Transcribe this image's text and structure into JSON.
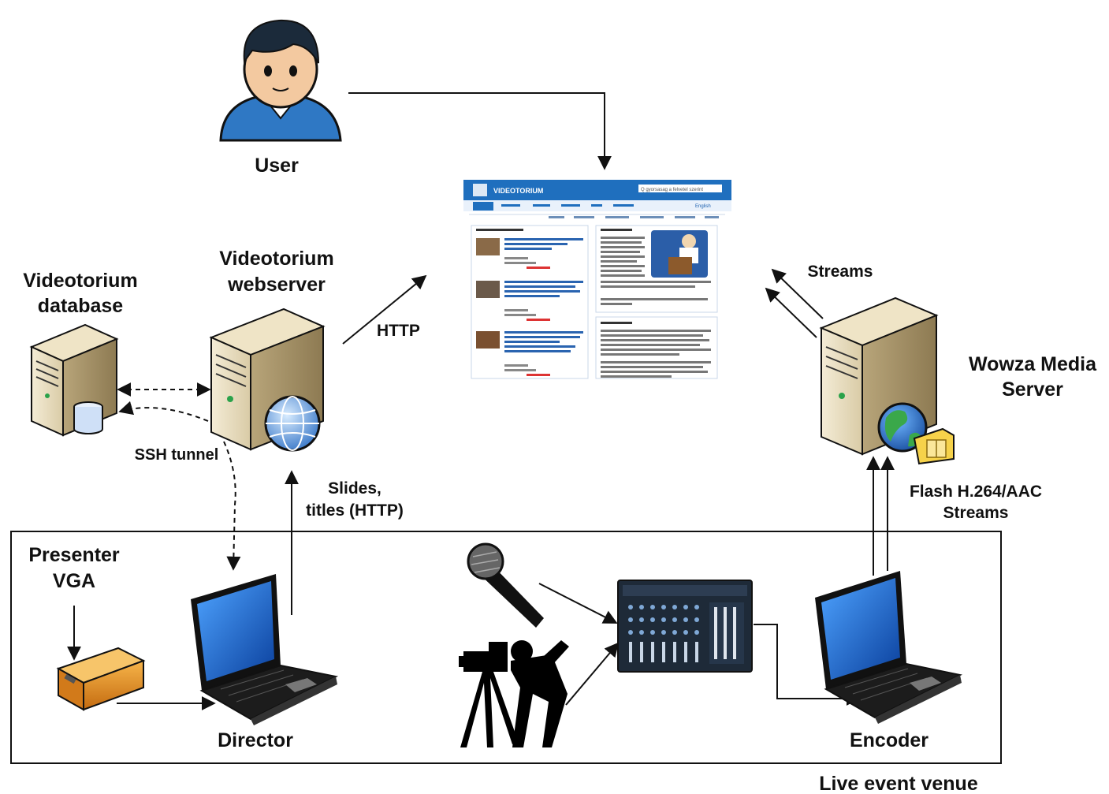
{
  "nodes": {
    "user": "User",
    "webserver_line1": "Videotorium",
    "webserver_line2": "webserver",
    "database_line1": "Videotorium",
    "database_line2": "database",
    "wowza_line1": "Wowza Media",
    "wowza_line2": "Server",
    "presenter_line1": "Presenter",
    "presenter_line2": "VGA",
    "director": "Director",
    "encoder": "Encoder",
    "venue": "Live event venue"
  },
  "edges": {
    "http": "HTTP",
    "streams": "Streams",
    "ssh": "SSH tunnel",
    "slides_line1": "Slides,",
    "slides_line2": "titles (HTTP)",
    "flash_line1": "Flash H.264/AAC",
    "flash_line2": "Streams"
  },
  "website": {
    "brand": "VIDEOTORIUM",
    "search": "Q  gyorsasag a felvetel szerint",
    "lang": "English"
  }
}
